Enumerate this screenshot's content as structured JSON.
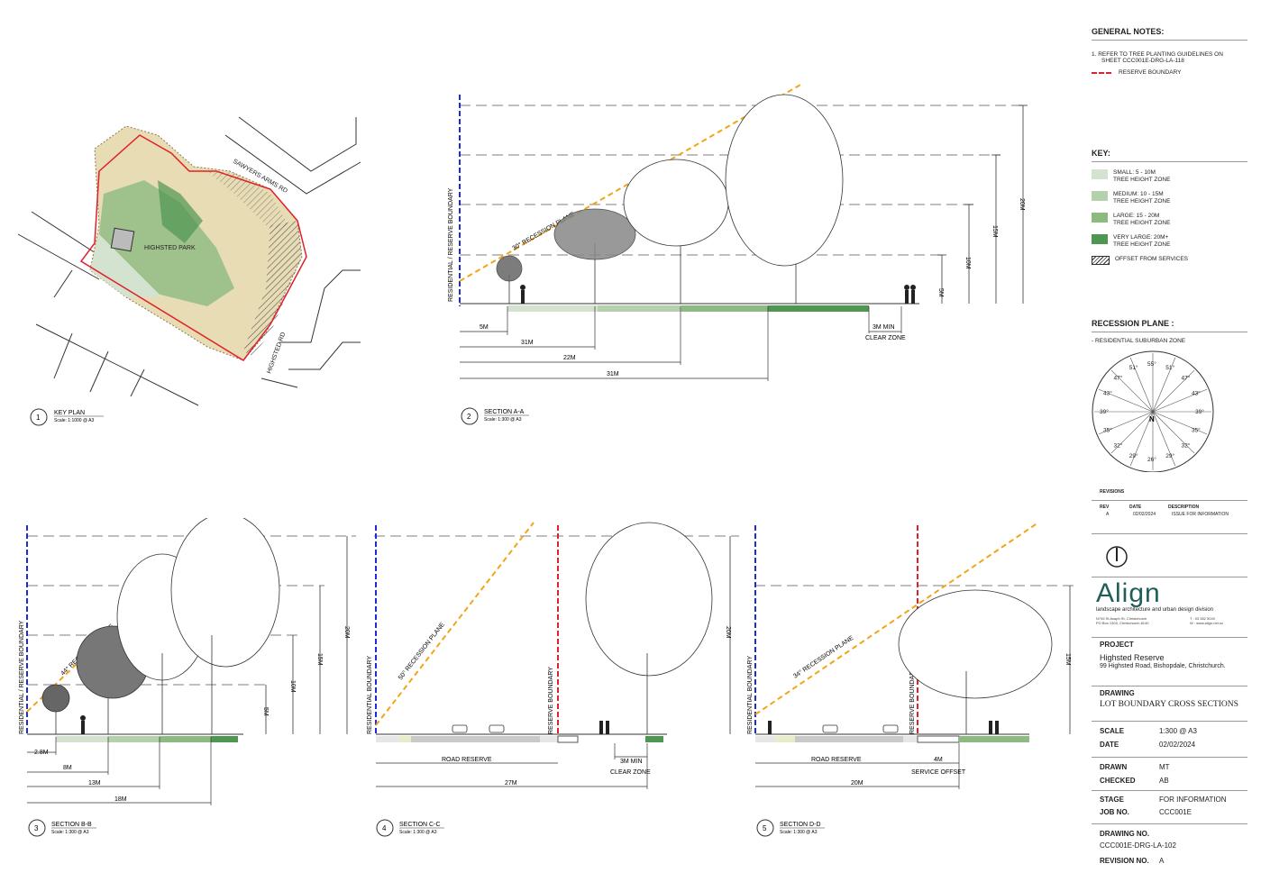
{
  "key_plan": {
    "number": "1",
    "title": "KEY PLAN",
    "scale": "Scale: 1:1000 @ A3",
    "labels": {
      "park": "HIGHSTED PARK",
      "road1": "SAWYERS ARMS RD",
      "road2": "HIGHSTED RD"
    }
  },
  "section_aa": {
    "number": "2",
    "title": "SECTION A-A",
    "scale": "Scale: 1:300 @ A3",
    "boundary_label": "RESIDENTIAL / RESERVE BOUNDARY",
    "plane_label": "30° RECESSION PLANE",
    "heights": [
      "5M",
      "10M",
      "15M",
      "20M"
    ],
    "dims": [
      "5M",
      "31M",
      "22M",
      "31M"
    ],
    "clear_zone": [
      "3M MIN",
      "CLEAR ZONE"
    ]
  },
  "section_bb": {
    "number": "3",
    "title": "SECTION B-B",
    "scale": "Scale: 1:300 @ A3",
    "boundary_label": "RESIDENTIAL / RESERVE BOUNDARY",
    "plane_label": "44° RECESSION PLANE",
    "heights": [
      "5M",
      "10M",
      "15M",
      "20M"
    ],
    "dims": [
      "2.8M",
      "8M",
      "13M",
      "18M"
    ]
  },
  "section_cc": {
    "number": "4",
    "title": "SECTION C-C",
    "scale": "Scale: 1:300 @ A3",
    "boundary_label": "RESIDENTIAL BOUNDARY",
    "reserve_label": "RESERVE BOUNDARY",
    "plane_label": "50° RECESSION PLANE",
    "height": "20M",
    "road_reserve": "ROAD RESERVE",
    "dim_total": "27M",
    "clear_zone": [
      "3M MIN",
      "CLEAR ZONE"
    ]
  },
  "section_dd": {
    "number": "5",
    "title": "SECTION D-D",
    "scale": "Scale: 1:300 @ A3",
    "boundary_label": "RESIDENTIAL BOUNDARY",
    "reserve_label": "RESERVE BOUNDARY",
    "plane_label": "34° RECESSION PLANE",
    "height": "15M",
    "road_reserve": "ROAD RESERVE",
    "dim_offset": "4M",
    "service_offset": "SERVICE OFFSET",
    "dim_total": "20M"
  },
  "general_notes": {
    "heading": "GENERAL NOTES:",
    "note1_line1": "1.   REFER TO TREE PLANTING GUIDELINES ON",
    "note1_line2": "SHEET CCC001E-DRG-LA-118",
    "reserve_boundary": "RESERVE BOUNDARY"
  },
  "key": {
    "heading": "KEY:",
    "items": [
      {
        "line1": "SMALL: 5 - 10M",
        "line2": "TREE HEIGHT ZONE",
        "color": "#d3e3cf"
      },
      {
        "line1": "MEDIUM: 10 - 15M",
        "line2": "TREE HEIGHT ZONE",
        "color": "#b4d1ab"
      },
      {
        "line1": "LARGE: 15 - 20M",
        "line2": "TREE HEIGHT ZONE",
        "color": "#8cbb82"
      },
      {
        "line1": "VERY LARGE: 20M+",
        "line2": "TREE HEIGHT ZONE",
        "color": "#4f9651"
      },
      {
        "line1": "OFFSET FROM SERVICES",
        "line2": "",
        "color": "hatch"
      }
    ]
  },
  "recession_plane": {
    "heading": "RECESSION PLANE :",
    "zone": "- RESIDENTIAL SUBURBAN ZONE",
    "angles": [
      "55°",
      "51°",
      "51°",
      "47°",
      "47°",
      "43°",
      "43°",
      "39°",
      "39°",
      "35°",
      "35°",
      "32°",
      "32°",
      "29°",
      "29°",
      "26°"
    ],
    "north": "N"
  },
  "revisions": {
    "heading": "REVISIONS",
    "columns": [
      "REV",
      "DATE",
      "DESCRIPTION"
    ],
    "rows": [
      [
        "A",
        "02/02/2024",
        "ISSUE FOR INFORMATION"
      ]
    ]
  },
  "brand": {
    "logo": "Align",
    "tagline": "landscape architecture and urban design division",
    "addr1": "N745 St Asaph St, Christchurch",
    "addr2": "PO Box 1303, Christchurch 8140",
    "phone": "T     : 03 382 5040",
    "web": "W     : www.align.net.nz"
  },
  "project": {
    "label": "PROJECT",
    "name": "Highsted Reserve",
    "address": "99 Highsted Road, Bishopdale, Christchurch."
  },
  "drawing": {
    "label": "DRAWING",
    "title": "LOT BOUNDARY CROSS SECTIONS"
  },
  "details": [
    {
      "label": "SCALE",
      "value": "1:300 @ A3"
    },
    {
      "label": "DATE",
      "value": "02/02/2024"
    },
    {
      "label": "DRAWN",
      "value": "MT"
    },
    {
      "label": "CHECKED",
      "value": "AB"
    },
    {
      "label": "STAGE",
      "value": "FOR INFORMATION"
    },
    {
      "label": "JOB NO.",
      "value": "CCC001E"
    }
  ],
  "drawing_no": {
    "label": "DRAWING NO.",
    "value": "CCC001E-DRG-LA-102"
  },
  "revision_no": {
    "label": "REVISION NO.",
    "value": "A"
  },
  "colors": {
    "small": "#d3e3cf",
    "medium": "#b4d1ab",
    "large": "#8cbb82",
    "very_large": "#4f9651",
    "plane": "#f2a516",
    "residential": "#1f2bd6",
    "reserve": "#e0202a",
    "brand": "#1f5f58"
  }
}
